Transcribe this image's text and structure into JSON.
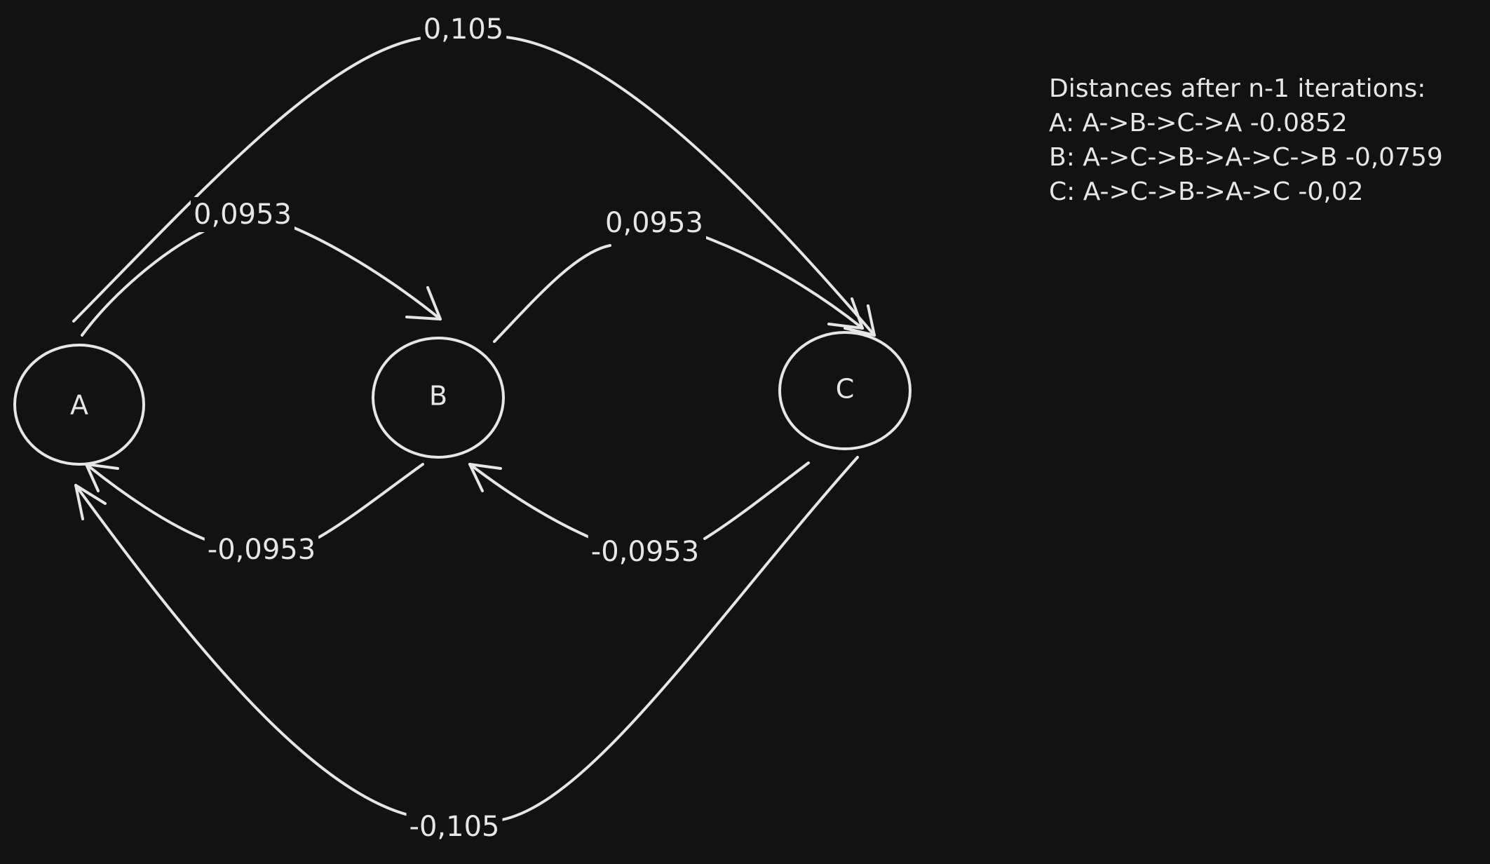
{
  "nodes": {
    "a": "A",
    "b": "B",
    "c": "C"
  },
  "edges": {
    "a_to_c_top": "0,105",
    "a_to_b": "0,0953",
    "b_to_c": "0,0953",
    "b_to_a": "-0,0953",
    "c_to_b": "-0,0953",
    "c_to_a_bottom": "-0,105"
  },
  "info": {
    "title": "Distances after n-1 iterations:",
    "lines": [
      "A: A->B->C->A -0.0852",
      "B: A->C->B->A->C->B -0,0759",
      "C: A->C->B->A->C -0,02"
    ]
  },
  "colors": {
    "background": "#121212",
    "stroke": "#e6e6e6"
  }
}
